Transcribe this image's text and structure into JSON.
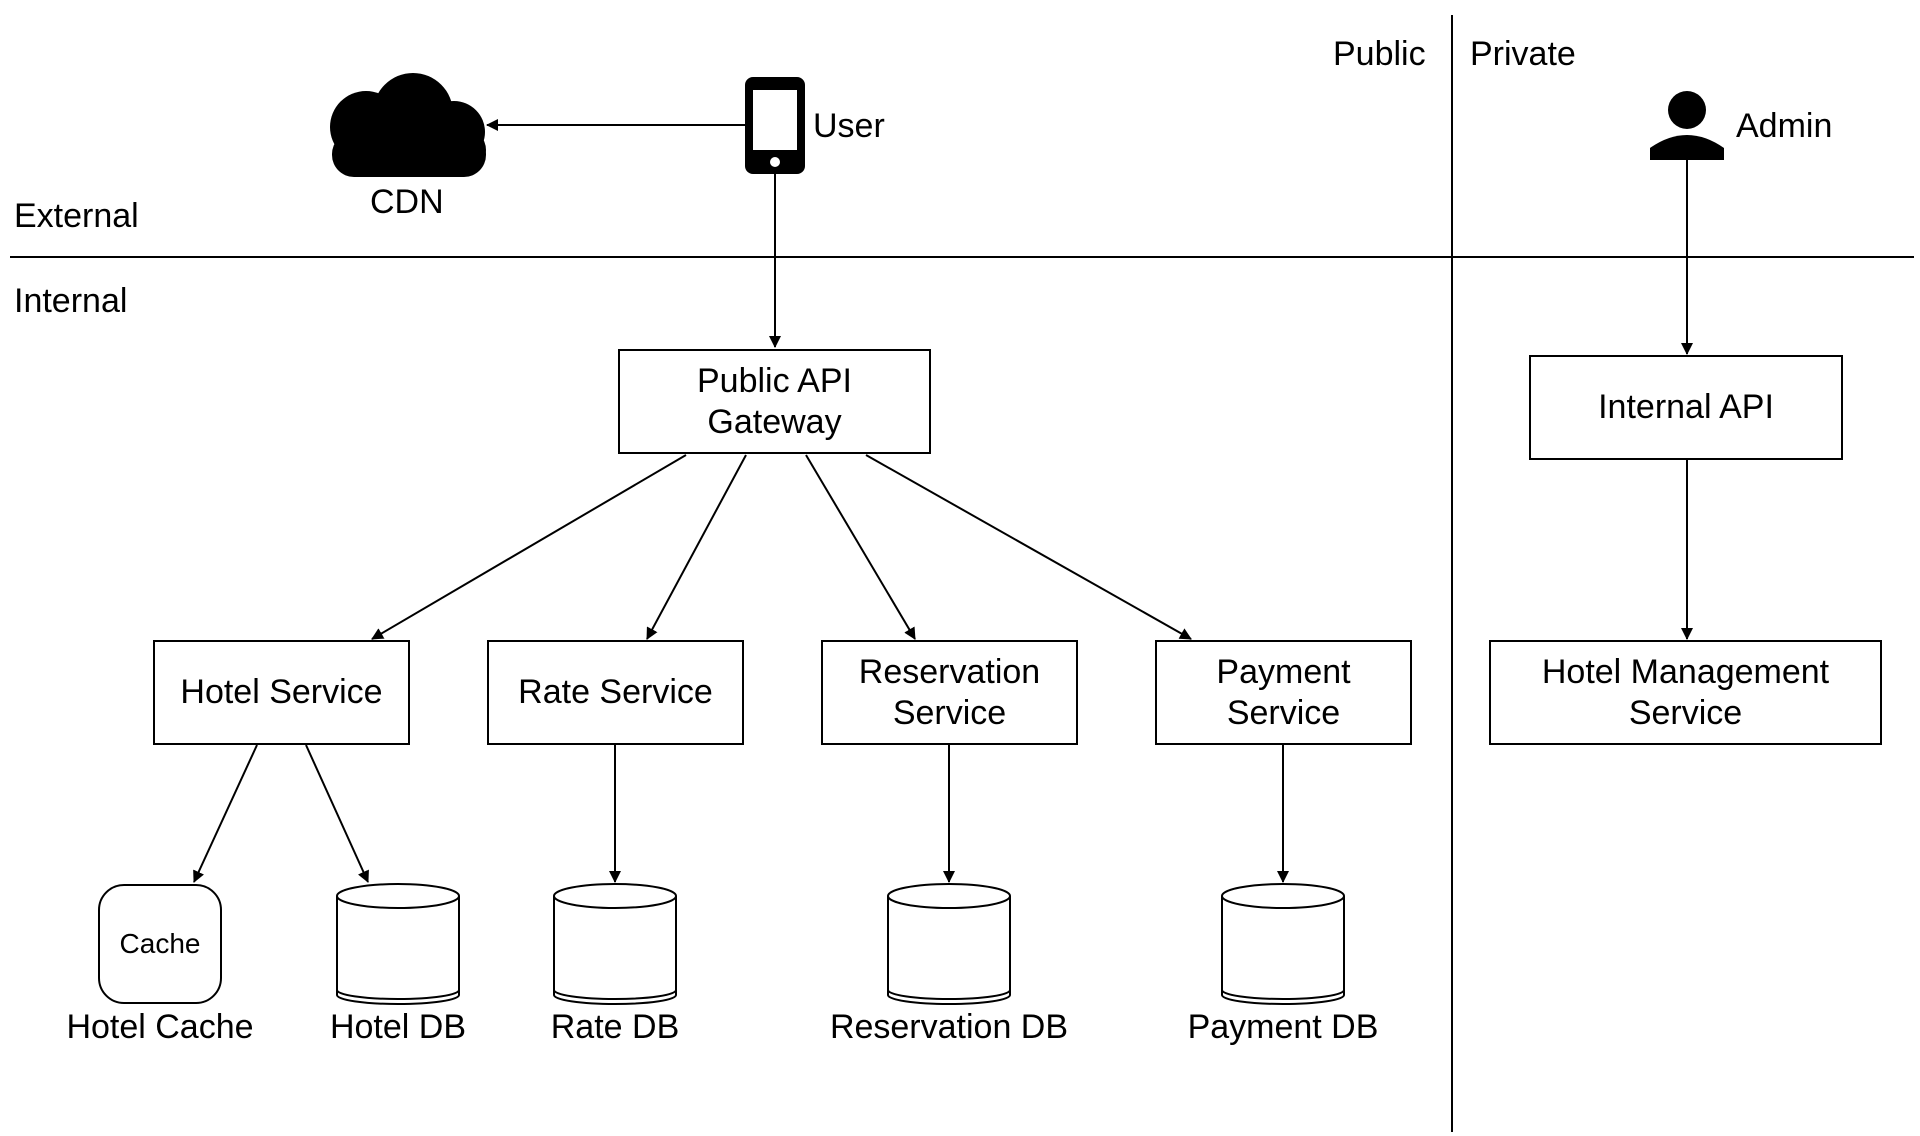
{
  "zones": {
    "public": "Public",
    "private": "Private",
    "external": "External",
    "internal": "Internal"
  },
  "actors": {
    "user": "User",
    "admin": "Admin",
    "cdn": "CDN"
  },
  "nodes": {
    "public_api_gateway": [
      "Public API",
      "Gateway"
    ],
    "internal_api": [
      "Internal API"
    ],
    "hotel_service": [
      "Hotel Service"
    ],
    "rate_service": [
      "Rate Service"
    ],
    "reservation_service": [
      "Reservation",
      "Service"
    ],
    "payment_service": [
      "Payment",
      "Service"
    ],
    "hotel_management_service": [
      "Hotel Management",
      "Service"
    ]
  },
  "stores": {
    "cache_inner": "Cache",
    "hotel_cache": "Hotel Cache",
    "hotel_db": "Hotel DB",
    "rate_db": "Rate DB",
    "reservation_db": "Reservation DB",
    "payment_db": "Payment DB"
  },
  "icons": {
    "cdn": "cloud-icon",
    "user": "smartphone-icon",
    "admin": "person-icon",
    "database": "database-cylinder-icon"
  },
  "colors": {
    "line": "#000000",
    "background": "#ffffff"
  }
}
